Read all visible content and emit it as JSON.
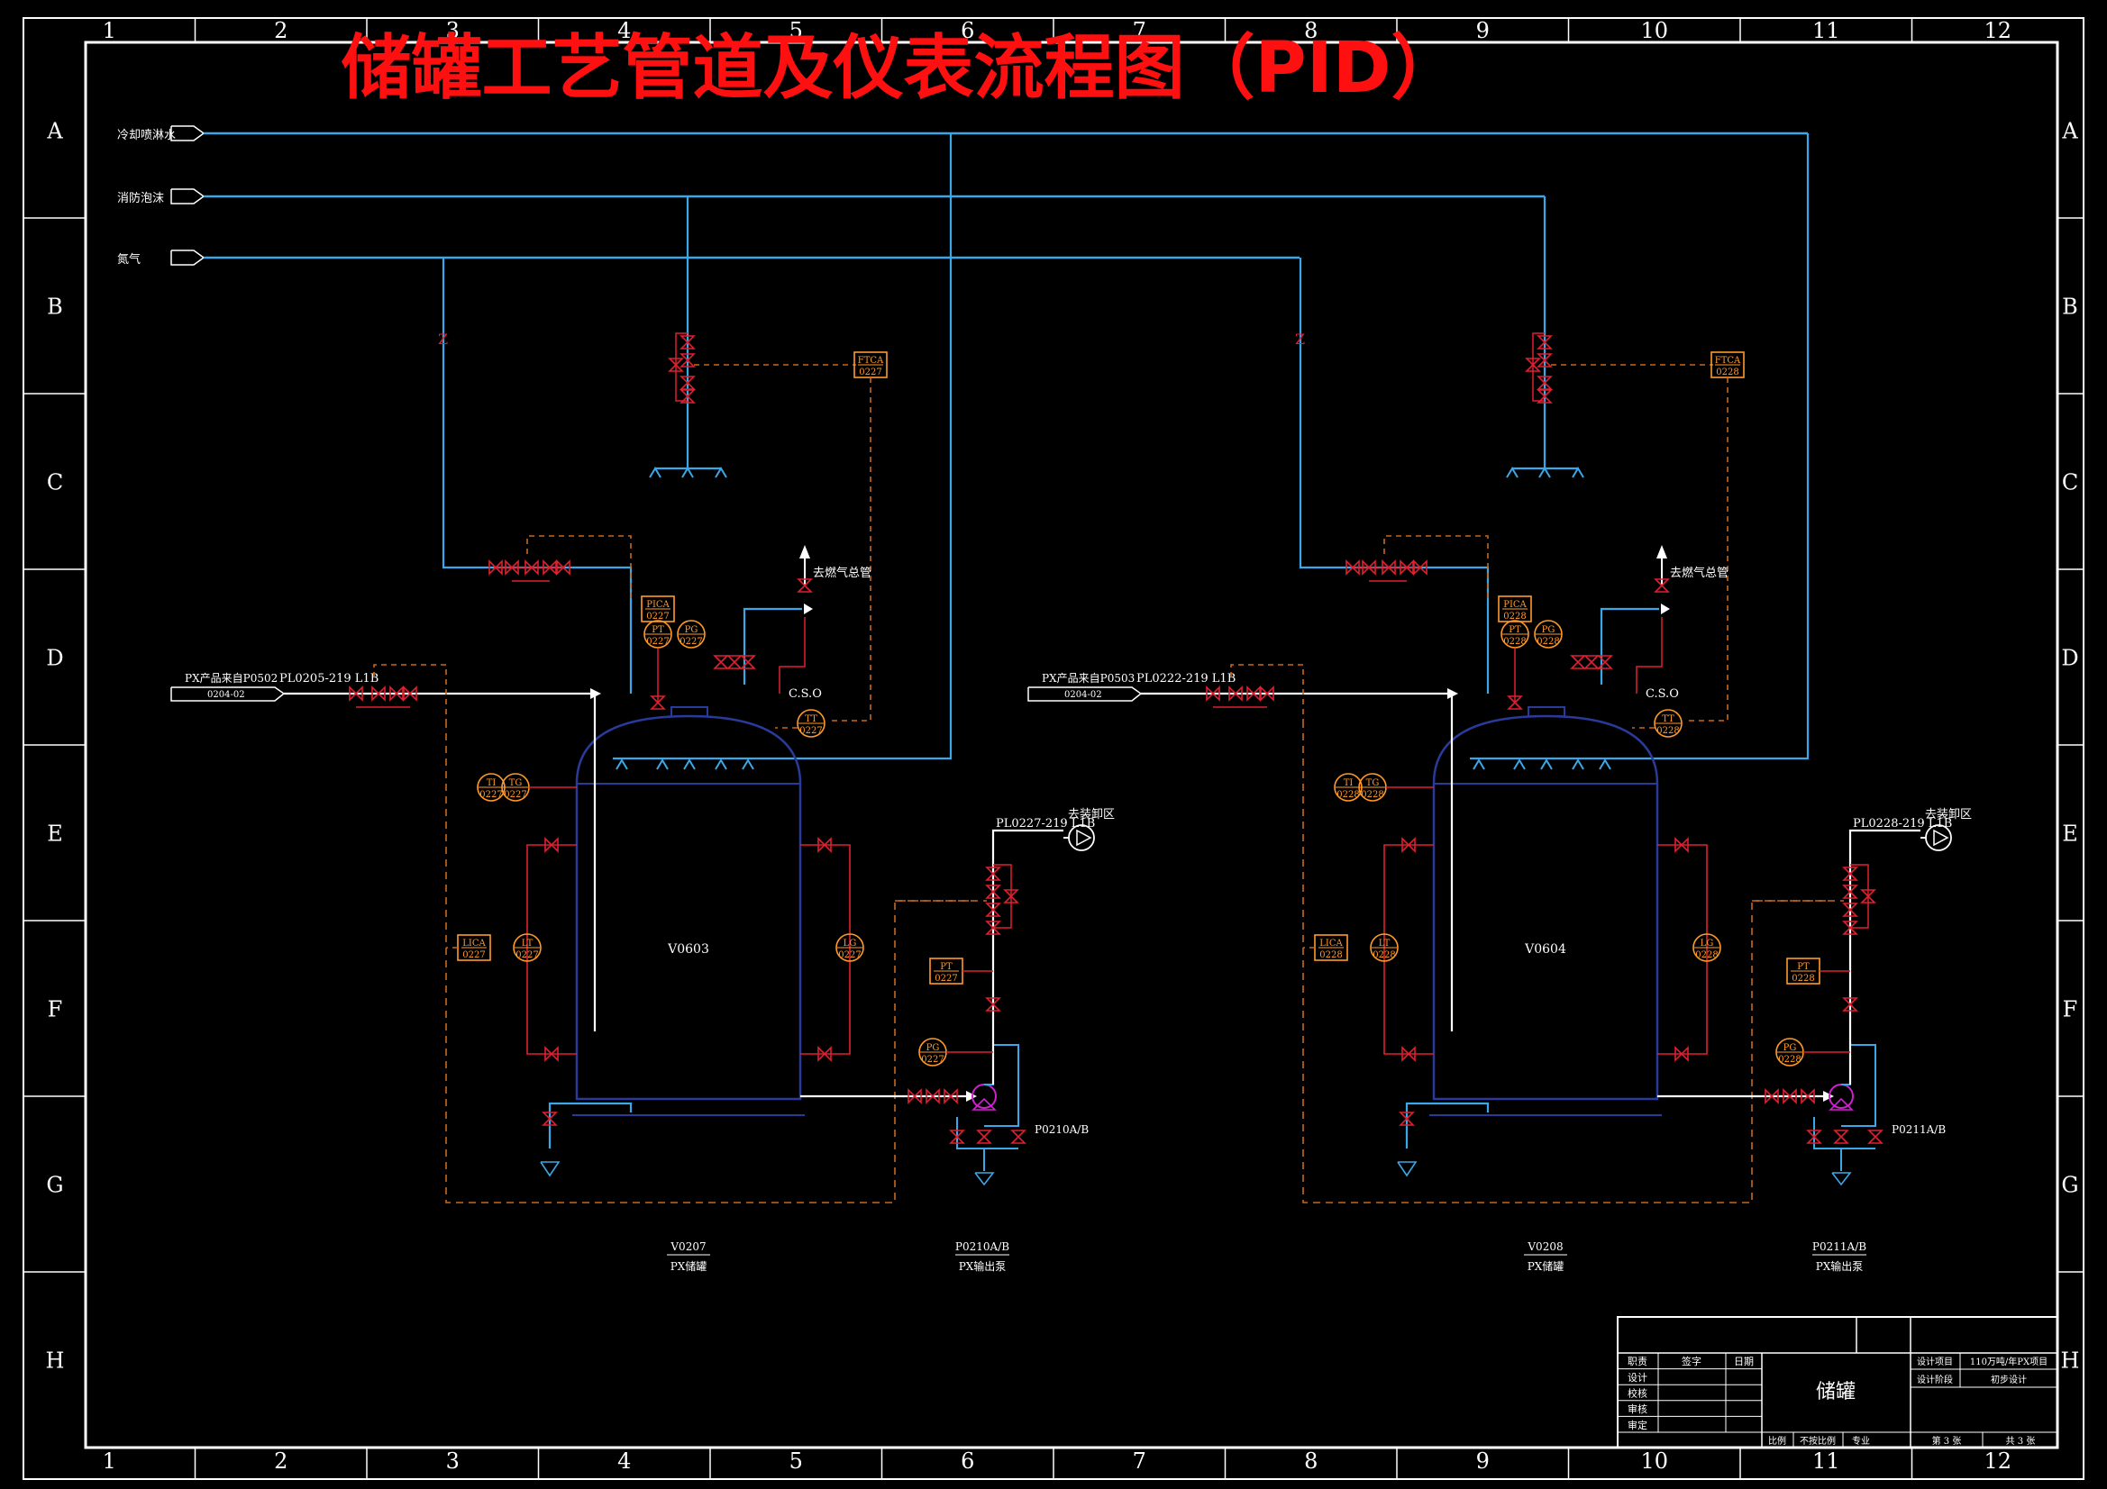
{
  "title": "储罐工艺管道及仪表流程图（PID）",
  "frame": {
    "col_labels": [
      "1",
      "2",
      "3",
      "4",
      "5",
      "6",
      "7",
      "8",
      "9",
      "10",
      "11",
      "12"
    ],
    "row_labels": [
      "A",
      "B",
      "C",
      "D",
      "E",
      "F",
      "G",
      "H"
    ]
  },
  "utilities": [
    {
      "label": "冷却喷淋水"
    },
    {
      "label": "消防泡沫"
    },
    {
      "label": "氮气"
    }
  ],
  "units": [
    {
      "tank_tag": "V0603",
      "feed_text": "PX产品来自P0502",
      "feed_sub": "0204-02",
      "feed_line": "PL0205-219 L1B",
      "vent_text": "去燃气总管",
      "cso": "C.S.O",
      "out_line": "PL0227-219 L1B",
      "out_dest": "去装卸区",
      "pump_tag": "P0210A/B",
      "equip_tag": "V0207",
      "equip_name": "PX储罐",
      "pump_label_tag": "P0210A/B",
      "pump_label_name": "PX输出泵",
      "instruments": {
        "ftca": "FTCA 0227",
        "pica": "PICA 0227",
        "pt": "PT 0227",
        "pg": "PG 0227",
        "tt": "TT 0227",
        "ti": "TI 0227",
        "tg": "TG 0227",
        "lica": "LICA 0227",
        "lt": "LT 0227",
        "lg": "LG 0227",
        "pt2": "PT 0227",
        "pg2": "PG 0227"
      }
    },
    {
      "tank_tag": "V0604",
      "feed_text": "PX产品来自P0503",
      "feed_sub": "0204-02",
      "feed_line": "PL0222-219 L1B",
      "vent_text": "去燃气总管",
      "cso": "C.S.O",
      "out_line": "PL0228-219 L1B",
      "out_dest": "去装卸区",
      "pump_tag": "P0211A/B",
      "equip_tag": "V0208",
      "equip_name": "PX储罐",
      "pump_label_tag": "P0211A/B",
      "pump_label_name": "PX输出泵",
      "instruments": {
        "ftca": "FTCA 0228",
        "pica": "PICA 0228",
        "pt": "PT 0228",
        "pg": "PG 0228",
        "tt": "TT 0228",
        "ti": "TI 0228",
        "tg": "TG 0228",
        "lica": "LICA 0228",
        "lt": "LT 0228",
        "lg": "LG 0228",
        "pt2": "PT 0228",
        "pg2": "PG 0228"
      }
    }
  ],
  "titleblock": {
    "h_role": "职责",
    "h_sign": "签字",
    "h_date": "日期",
    "roles": [
      "设计",
      "校核",
      "审核",
      "审定"
    ],
    "name": "储罐",
    "r1_label": "设计项目",
    "r1_value": "110万吨/年PX项目",
    "r2_label": "设计阶段",
    "r2_value": "初步设计",
    "scale": "比例",
    "scale_val": "不按比例",
    "major": "专业",
    "sheet": "第 3 张",
    "total": "共 3 张"
  },
  "colors": {
    "frame": "#ffffff",
    "title": "#ff1010",
    "utility": "#3aa8e8",
    "process": "#ffffff",
    "signal": "#c8681e",
    "valve": "#e02030",
    "instrument": "#ff9a2a",
    "tank": "#2a3a9a",
    "pump": "#d020d0"
  }
}
